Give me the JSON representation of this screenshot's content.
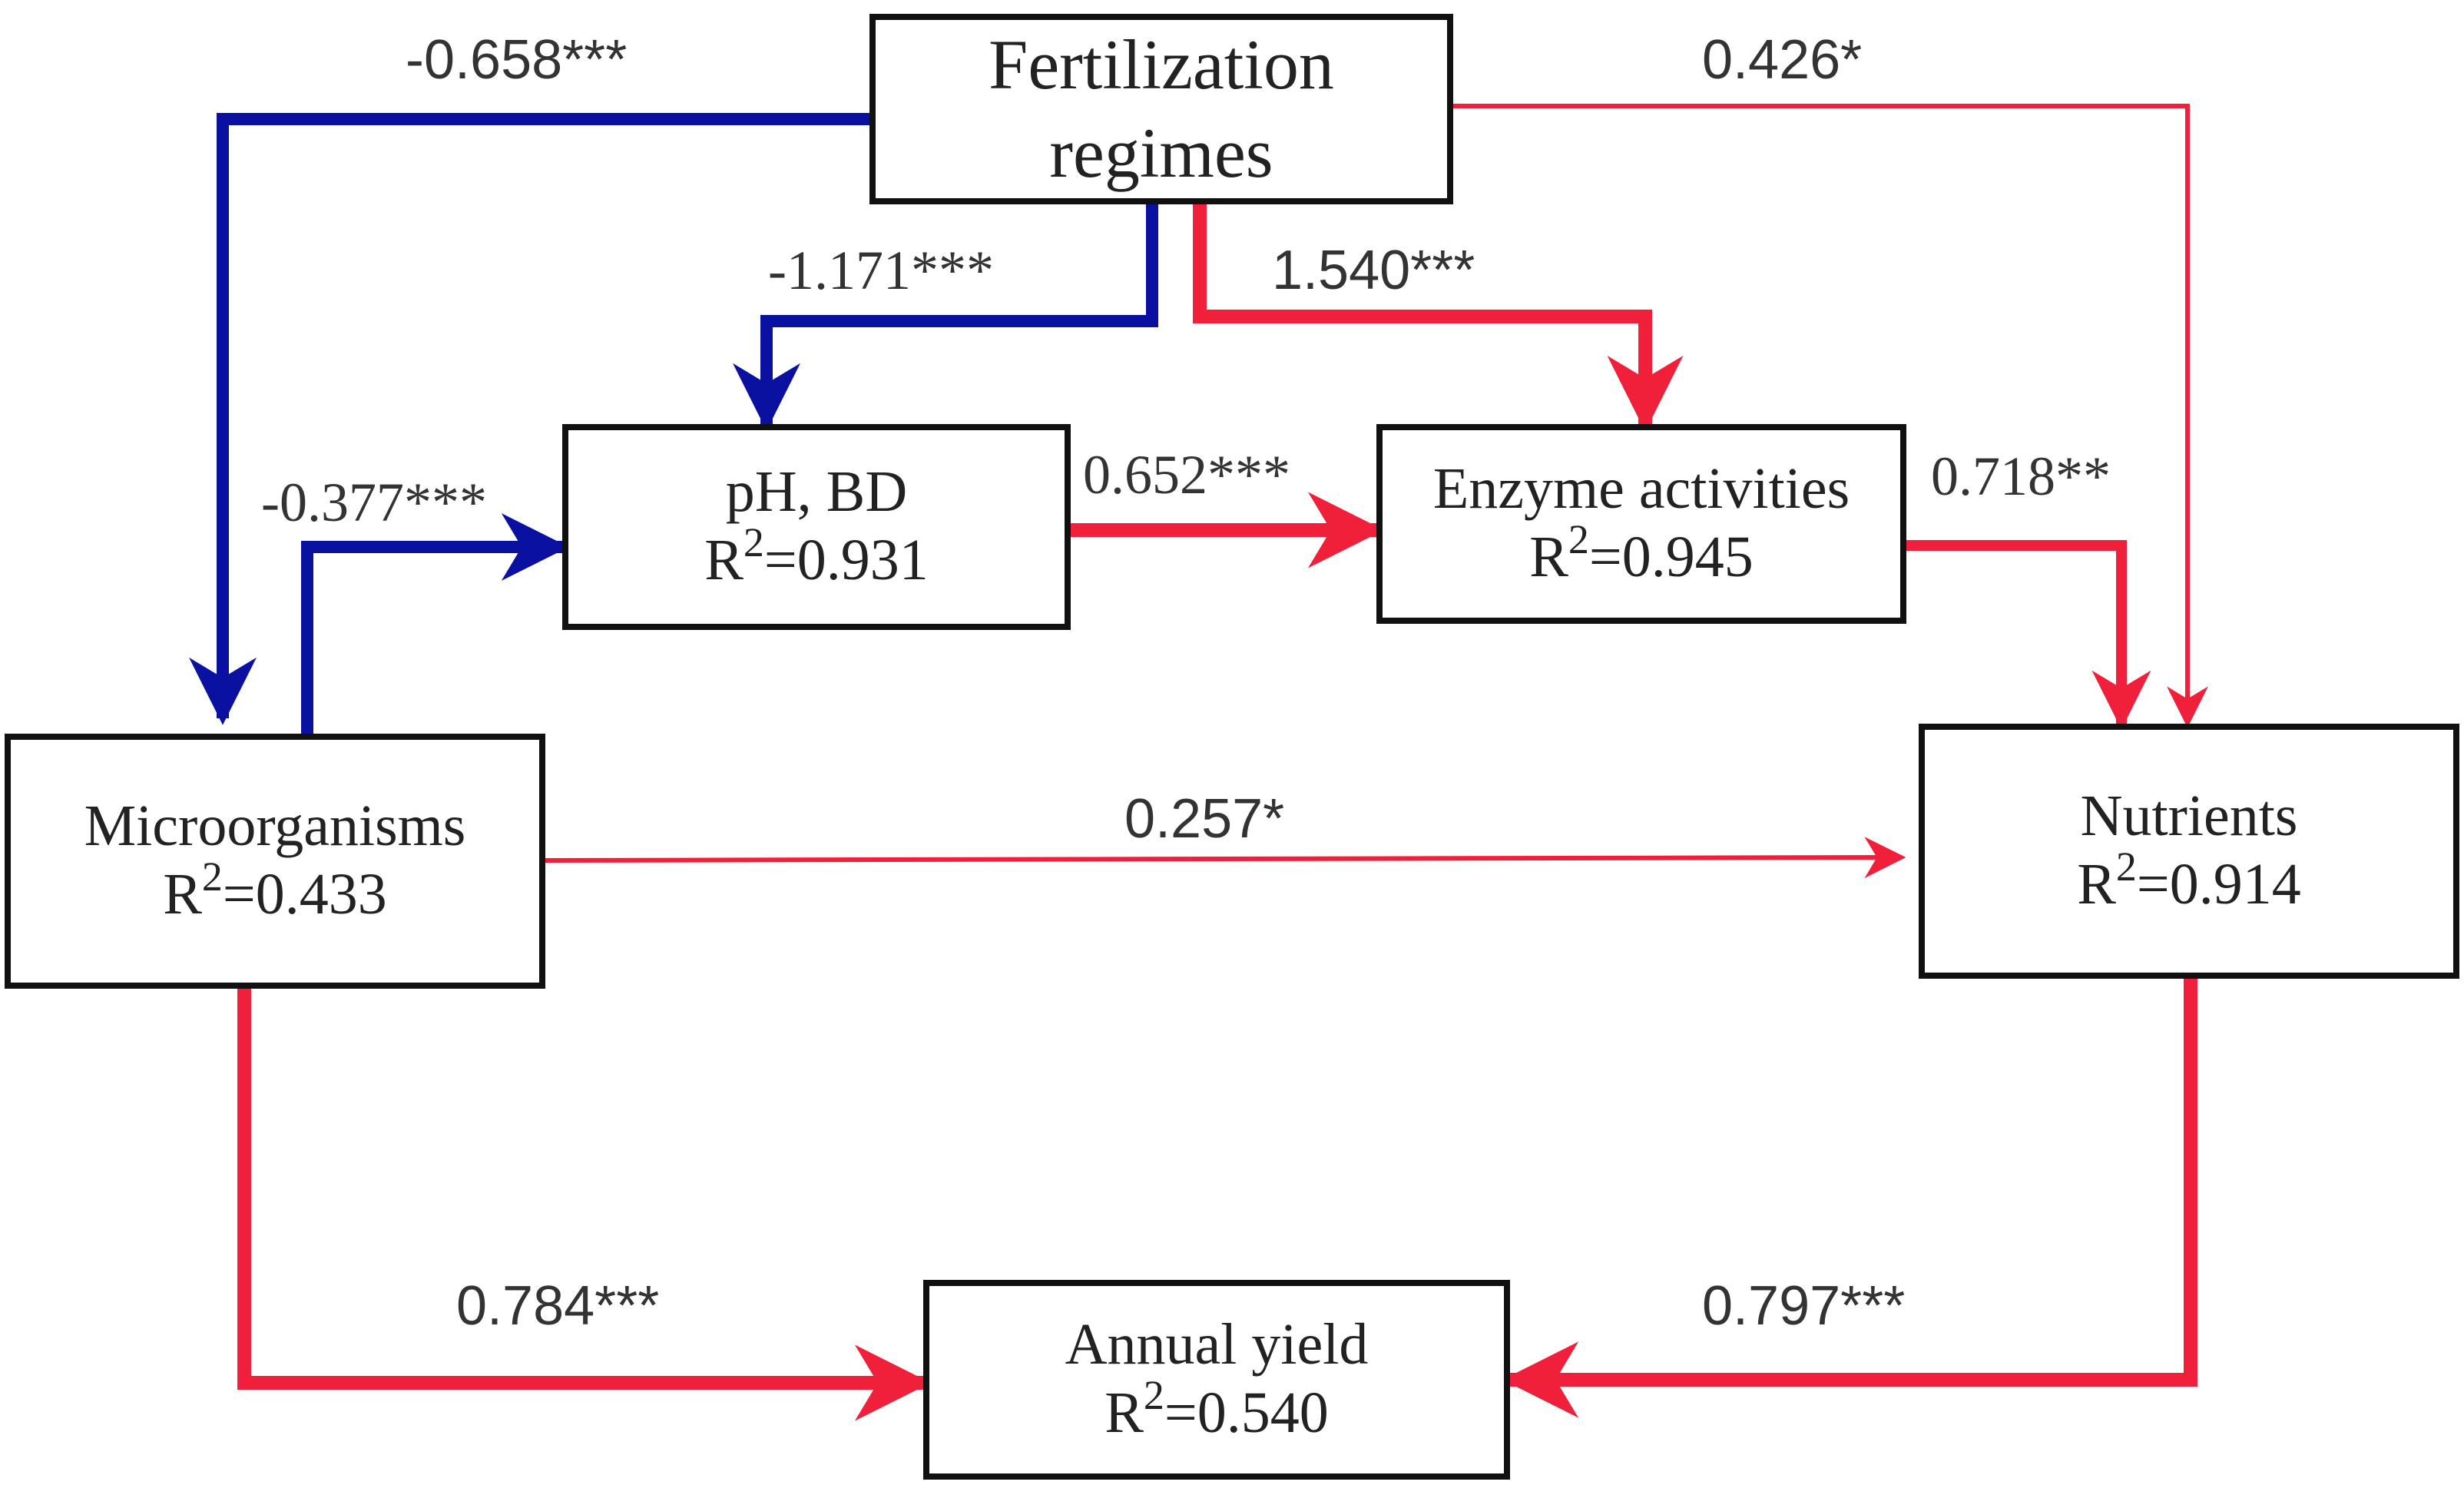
{
  "colors": {
    "positive": "#f0203a",
    "negative": "#0a10a0",
    "box_border": "#111111",
    "text": "#222222"
  },
  "nodes": {
    "fertilization": {
      "line1": "Fertilization",
      "line2": "regimes"
    },
    "ph_bd": {
      "name": "pH, BD",
      "r2_prefix": "R",
      "r2_exp": "2",
      "r2_value": "=0.931"
    },
    "enzyme": {
      "name": "Enzyme activities",
      "r2_prefix": "R",
      "r2_exp": "2",
      "r2_value": "=0.945"
    },
    "microorganisms": {
      "name": "Microorganisms",
      "r2_prefix": "R",
      "r2_exp": "2",
      "r2_value": "=0.433"
    },
    "nutrients": {
      "name": "Nutrients",
      "r2_prefix": "R",
      "r2_exp": "2",
      "r2_value": "=0.914"
    },
    "yield": {
      "name": "Annual yield",
      "r2_prefix": "R",
      "r2_exp": "2",
      "r2_value": "=0.540"
    }
  },
  "paths": [
    {
      "id": "fert_to_micro",
      "from": "Fertilization regimes",
      "to": "Microorganisms",
      "coefficient": "-0.658***",
      "sign": "negative"
    },
    {
      "id": "fert_to_nutr",
      "from": "Fertilization regimes",
      "to": "Nutrients",
      "coefficient": "0.426*",
      "sign": "positive"
    },
    {
      "id": "fert_to_ph",
      "from": "Fertilization regimes",
      "to": "pH, BD",
      "coefficient": "-1.171***",
      "sign": "negative"
    },
    {
      "id": "fert_to_enz",
      "from": "Fertilization regimes",
      "to": "Enzyme activities",
      "coefficient": "1.540***",
      "sign": "positive"
    },
    {
      "id": "micro_to_ph",
      "from": "Microorganisms",
      "to": "pH, BD",
      "coefficient": "-0.377***",
      "sign": "negative"
    },
    {
      "id": "ph_to_enz",
      "from": "pH, BD",
      "to": "Enzyme activities",
      "coefficient": "0.652***",
      "sign": "positive"
    },
    {
      "id": "enz_to_nutr",
      "from": "Enzyme activities",
      "to": "Nutrients",
      "coefficient": "0.718**",
      "sign": "positive"
    },
    {
      "id": "micro_to_nutr",
      "from": "Microorganisms",
      "to": "Nutrients",
      "coefficient": "0.257*",
      "sign": "positive"
    },
    {
      "id": "micro_to_yield",
      "from": "Microorganisms",
      "to": "Annual yield",
      "coefficient": "0.784***",
      "sign": "positive"
    },
    {
      "id": "nutr_to_yield",
      "from": "Nutrients",
      "to": "Annual yield",
      "coefficient": "0.797***",
      "sign": "positive"
    }
  ]
}
